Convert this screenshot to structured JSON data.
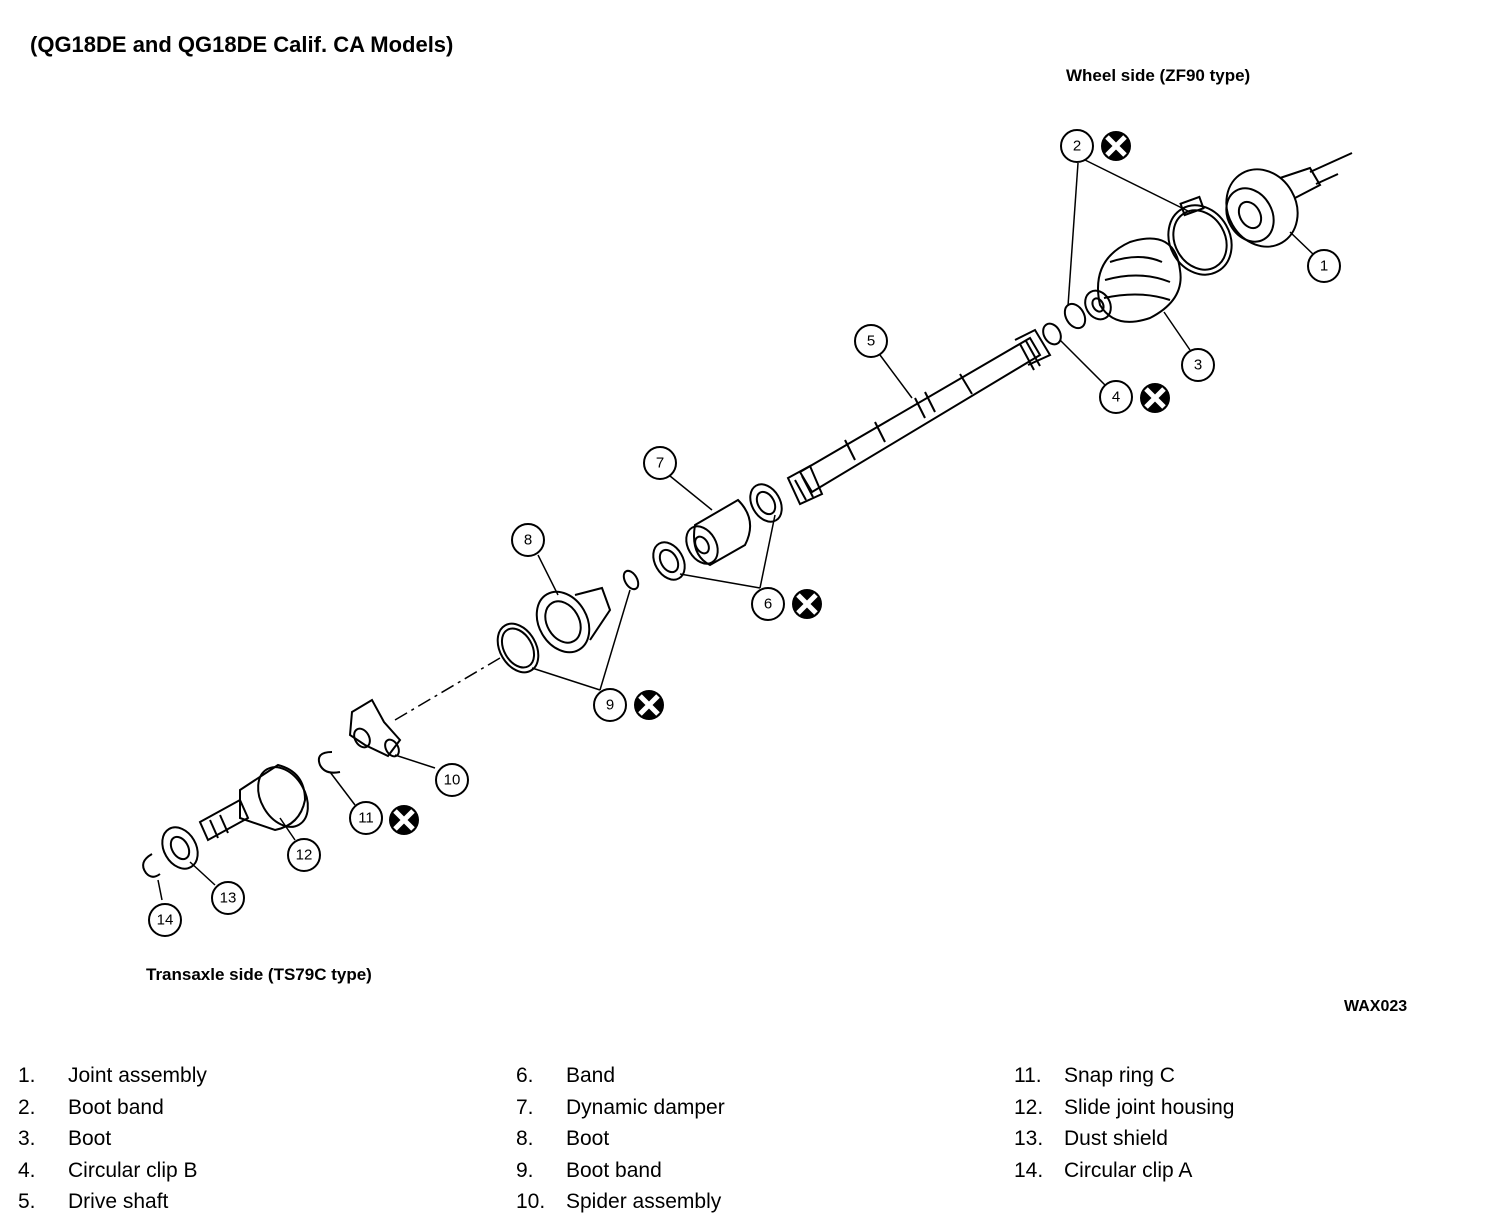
{
  "title": "(QG18DE and QG18DE Calif. CA Models)",
  "wheel_side_label": "Wheel side (ZF90 type)",
  "transaxle_side_label": "Transaxle side (TS79C type)",
  "figure_code": "WAX023",
  "callouts": [
    "1",
    "2",
    "3",
    "4",
    "5",
    "6",
    "7",
    "8",
    "9",
    "10",
    "11",
    "12",
    "13",
    "14"
  ],
  "legend": [
    {
      "num": "1.",
      "label": "Joint assembly"
    },
    {
      "num": "2.",
      "label": "Boot band"
    },
    {
      "num": "3.",
      "label": "Boot"
    },
    {
      "num": "4.",
      "label": "Circular clip B"
    },
    {
      "num": "5.",
      "label": "Drive shaft"
    },
    {
      "num": "6.",
      "label": "Band"
    },
    {
      "num": "7.",
      "label": "Dynamic damper"
    },
    {
      "num": "8.",
      "label": "Boot"
    },
    {
      "num": "9.",
      "label": "Boot band"
    },
    {
      "num": "10.",
      "label": "Spider assembly"
    },
    {
      "num": "11.",
      "label": "Snap ring C"
    },
    {
      "num": "12.",
      "label": "Slide joint housing"
    },
    {
      "num": "13.",
      "label": "Dust shield"
    },
    {
      "num": "14.",
      "label": "Circular clip A"
    }
  ]
}
